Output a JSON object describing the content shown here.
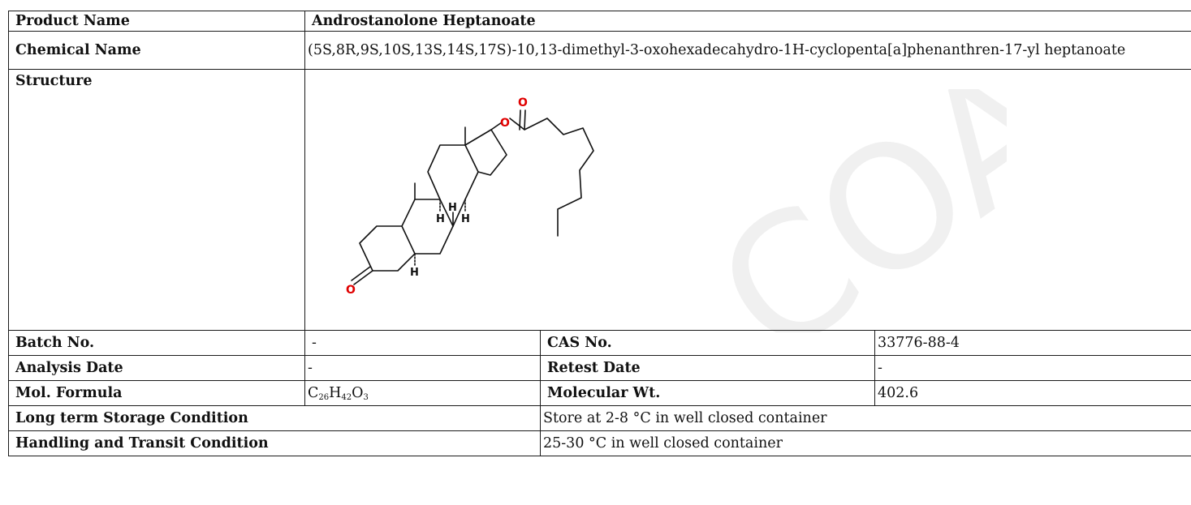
{
  "product": {
    "label": "Product Name",
    "value": "Androstanolone Heptanoate"
  },
  "chemical": {
    "label": "Chemical Name",
    "value": "(5S,8R,9S,10S,13S,14S,17S)-10,13-dimethyl-3-oxohexadecahydro-1H-cyclopenta[a]phenanthren-17-yl heptanoate"
  },
  "structure": {
    "label": "Structure",
    "atom_o": "O",
    "atom_h": "H"
  },
  "batch": {
    "label": "Batch No.",
    "value": "-"
  },
  "cas": {
    "label": "CAS No.",
    "value": "33776-88-4"
  },
  "analysis": {
    "label": "Analysis Date",
    "value": "-"
  },
  "retest": {
    "label": "Retest Date",
    "value": "-"
  },
  "formula": {
    "label": "Mol. Formula",
    "c": "C",
    "c_n": "26",
    "h": "H",
    "h_n": "42",
    "o": "O",
    "o_n": "3"
  },
  "molwt": {
    "label": "Molecular Wt.",
    "value": "402.6"
  },
  "storage": {
    "label": "Long term Storage Condition",
    "value": "Store at 2-8 °C in well closed container"
  },
  "handling": {
    "label": "Handling and Transit Condition",
    "value": "25-30 °C in well closed container"
  },
  "watermark": {
    "text": "COA",
    "color": "#f2f2f2"
  },
  "colors": {
    "oxygen": "#e00000",
    "bond": "#111111",
    "border": "#1a1a1a"
  }
}
